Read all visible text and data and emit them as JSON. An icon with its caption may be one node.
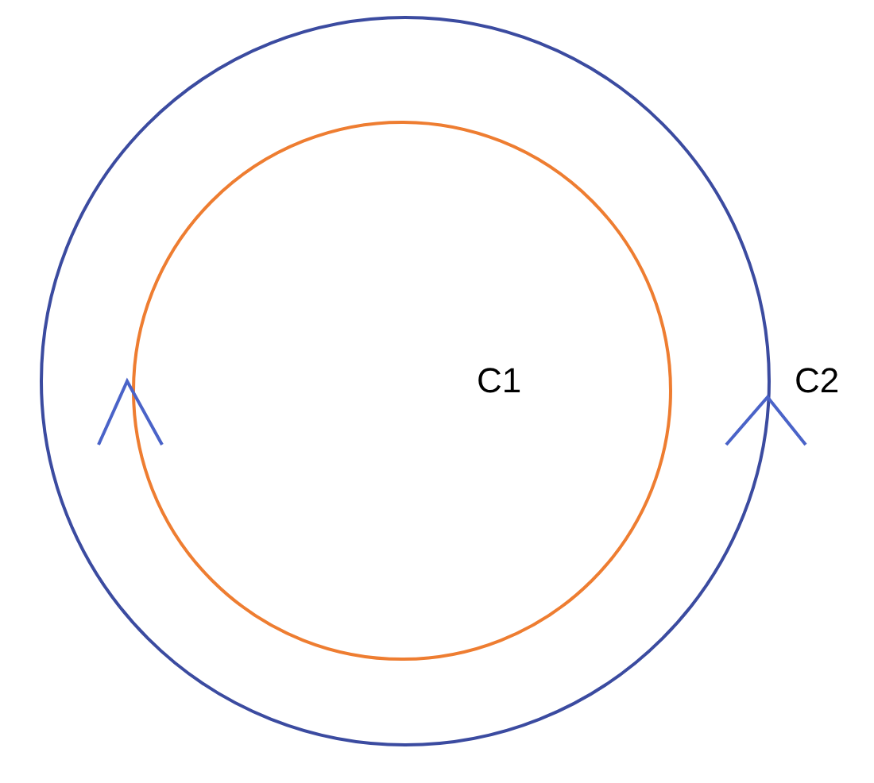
{
  "diagram": {
    "nodes": [
      {
        "text": [
          "C2"
        ]
      },
      {
        "text": [
          "C1"
        ],
        "in": 0
      }
    ]
  }
}
